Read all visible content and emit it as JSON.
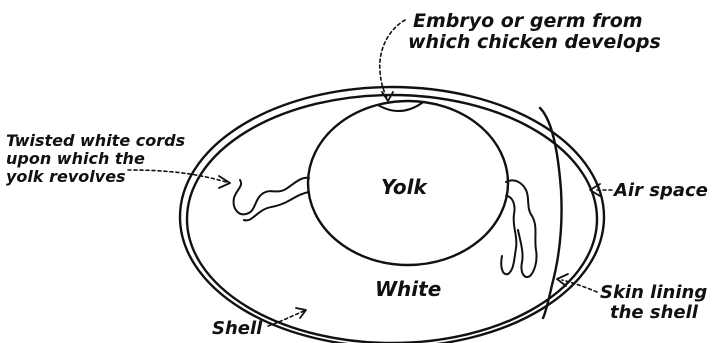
{
  "labels": {
    "embryo_line1": "Embryo or germ from",
    "embryo_line2": "which chicken develops",
    "cords_line1": "Twisted white cords",
    "cords_line2": "upon which the",
    "cords_line3": "yolk revolves",
    "yolk": "Yolk",
    "white": "White",
    "air_space": "Air space",
    "skin_line1": "Skin lining",
    "skin_line2": "the shell",
    "shell": "Shell"
  },
  "colors": {
    "ink": "#111111",
    "paper": "#ffffff"
  }
}
